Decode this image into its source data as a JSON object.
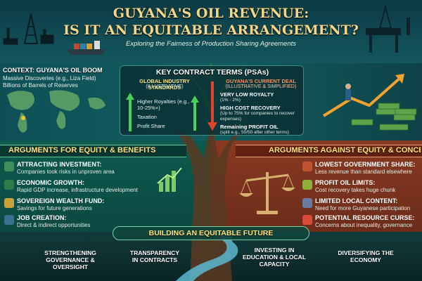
{
  "header": {
    "title_line1": "GUYANA'S OIL REVENUE:",
    "title_line2": "IS IT AN EQUITABLE ARRANGEMENT?",
    "subtitle": "Exploring the Fairness of Production Sharing Agreements"
  },
  "context": {
    "title": "CONTEXT: GUYANA'S OIL BOOM",
    "line1": "Massive Discoveries (e.g., Liza Field)",
    "line2": "Billions of Barrels of Reserves"
  },
  "contract": {
    "title": "KEY CONTRACT TERMS (PSAs)",
    "global_title": "GLOBAL INDUSTRY STANDARDS",
    "global_sub": "(ILLUSTRATIVE)",
    "global_items": [
      "Higher Royalties (e.g., 10-25%+)",
      "Taxation",
      "Profit Share"
    ],
    "deal_title": "GUYANA'S CURRENT DEAL",
    "deal_sub": "(ILLUSTRATIVE & SIMPLIFIED)",
    "deal_items": [
      {
        "title": "VERY LOW ROYALTY",
        "detail": "(1% - 2%)"
      },
      {
        "title": "HIGH COST RECOVERY",
        "detail": "(Up to 75% for companies to recover expenses)"
      },
      {
        "title": "Remaining PROFIT OIL",
        "detail": "(split e.g., 50/50 after other terms)"
      }
    ]
  },
  "for": {
    "title": "ARGUMENTS FOR EQUITY & BENEFITS",
    "items": [
      {
        "title": "ATTRACTING INVESTMENT:",
        "detail": "Companies took risks in unproven area"
      },
      {
        "title": "ECONOMIC GROWTH:",
        "detail": "Rapid GDP increase, infrastructure development"
      },
      {
        "title": "SOVEREIGN WEALTH FUND:",
        "detail": "Savings for future generations"
      },
      {
        "title": "JOB CREATION:",
        "detail": "Direct & indirect opportunities"
      }
    ]
  },
  "against": {
    "title": "ARGUMENTS AGAINST EQUITY & CONCERNS",
    "items": [
      {
        "title": "LOWEST GOVERNMENT SHARE:",
        "detail": "Less revenue than standard elsewhere"
      },
      {
        "title": "PROFIT OIL LIMITS:",
        "detail": "Cost recovery takes huge chunk"
      },
      {
        "title": "LIMITED LOCAL CONTENT:",
        "detail": "Need for more Guyanese participation"
      },
      {
        "title": "POTENTIAL RESOURCE CURSE:",
        "detail": "Concerns about inequality, governance"
      }
    ]
  },
  "future": {
    "title": "BUILDING AN EQUITABLE FUTURE",
    "items": [
      "STRENGTHENING GOVERNANCE & OVERSIGHT",
      "TRANSPARENCY IN CONTRACTS",
      "INVESTING IN EDUCATION & LOCAL CAPACITY",
      "DIVERSIFYING THE ECONOMY"
    ]
  },
  "colors": {
    "gold": "#f4d68a",
    "green_arrow": "#4ccf5a",
    "red_arrow": "#e0442c"
  }
}
